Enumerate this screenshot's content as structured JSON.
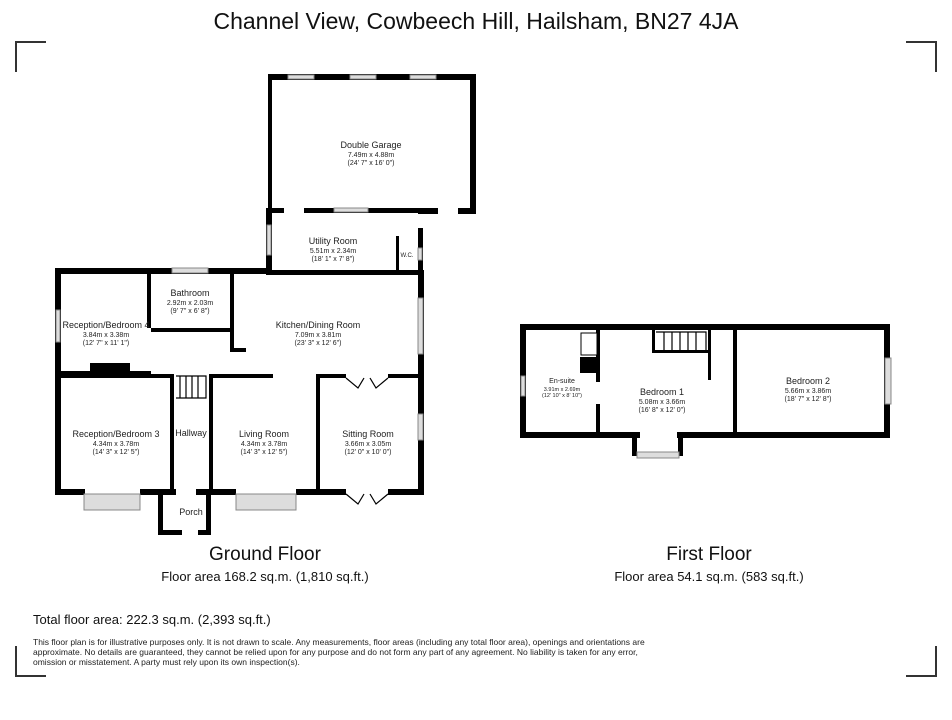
{
  "title": "Channel View, Cowbeech Hill, Hailsham, BN27 4JA",
  "ground": {
    "name": "Ground Floor",
    "area": "Floor area 168.2 sq.m. (1,810 sq.ft.)",
    "rooms": [
      {
        "name": "Double Garage",
        "m": "7.49m x 4.88m",
        "ft": "(24' 7\" x 16' 0\")"
      },
      {
        "name": "Utility Room",
        "m": "5.51m x 2.34m",
        "ft": "(18' 1\" x 7' 8\")"
      },
      {
        "name": "W.C."
      },
      {
        "name": "Bathroom",
        "m": "2.92m x 2.03m",
        "ft": "(9' 7\" x 6' 8\")"
      },
      {
        "name": "Reception/Bedroom 4",
        "m": "3.84m x 3.38m",
        "ft": "(12' 7\" x 11' 1\")"
      },
      {
        "name": "Kitchen/Dining Room",
        "m": "7.09m x 3.81m",
        "ft": "(23' 3\" x 12' 6\")"
      },
      {
        "name": "Reception/Bedroom 3",
        "m": "4.34m x 3.78m",
        "ft": "(14' 3\" x 12' 5\")"
      },
      {
        "name": "Hallway"
      },
      {
        "name": "Living Room",
        "m": "4.34m x 3.78m",
        "ft": "(14' 3\" x 12' 5\")"
      },
      {
        "name": "Sitting Room",
        "m": "3.66m x 3.05m",
        "ft": "(12' 0\" x 10' 0\")"
      },
      {
        "name": "Porch"
      }
    ]
  },
  "first": {
    "name": "First Floor",
    "area": "Floor area 54.1 sq.m. (583 sq.ft.)",
    "rooms": [
      {
        "name": "En-suite",
        "m": "3.91m x 2.69m",
        "ft": "(12' 10\" x 8' 10\")"
      },
      {
        "name": "Bedroom 1",
        "m": "5.08m x 3.66m",
        "ft": "(16' 8\" x 12' 0\")"
      },
      {
        "name": "Bedroom 2",
        "m": "5.66m x 3.86m",
        "ft": "(18' 7\" x 12' 8\")"
      }
    ]
  },
  "total": "Total floor area: 222.3 sq.m. (2,393 sq.ft.)",
  "disclaimer": "This floor plan is for illustrative purposes only. It is not drawn to scale. Any measurements, floor areas (including any total floor area), openings and orientations are approximate. No details are guaranteed, they cannot be relied upon for any purpose and do not form any part of any agreement. No liability is taken for any error, omission or misstatement. A party must rely upon its own inspection(s)."
}
